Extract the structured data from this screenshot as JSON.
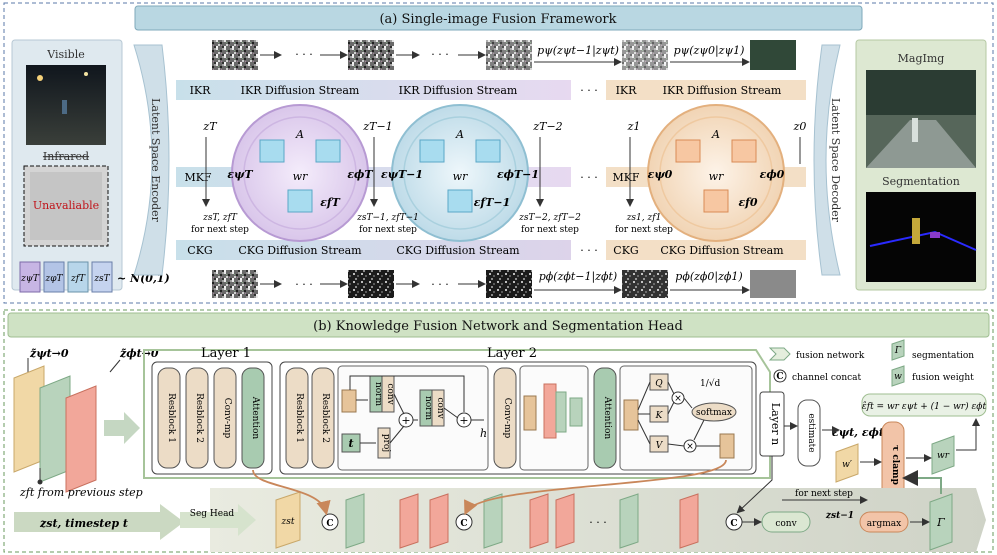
{
  "panel_a": {
    "title": "(a) Single-image Fusion Framework",
    "visible_label": "Visible",
    "infrared_label": "Infrared",
    "unavailable_label": "Unavaliable",
    "encoder_label": "Latent Space Encoder",
    "decoder_label": "Latent Space Decoder",
    "magimg_label": "MagImg",
    "segmentation_label": "Segmentation",
    "noise_dist": "~ N(0,1)",
    "latent_chips": [
      "zψT",
      "zφT",
      "zfT",
      "zsT"
    ],
    "ikr_tag": "IKR",
    "ikr_stream": "IKR Diffusion Stream",
    "mkf_tag": "MKF",
    "ckg_tag": "CKG",
    "ckg_stream": "CKG Diffusion Stream",
    "ellipsis": "· · ·",
    "top_formula_1": "pψ(zψt−1|zψt)",
    "top_formula_2": "pψ(zψ0|zψ1)",
    "bottom_formula_1": "pϕ(zϕt−1|zϕt)",
    "bottom_formula_2": "pϕ(zϕ0|zϕ1)",
    "steps": [
      {
        "z": "zT",
        "eps_l": "εψT",
        "eps_r": "εϕT",
        "eps_f": "εfT",
        "out": "zsT,  zfT",
        "next": "for next step",
        "color": "#c5a8de"
      },
      {
        "z": "zT−1",
        "eps_l": "εψT−1",
        "eps_r": "εϕT−1",
        "eps_f": "εfT−1",
        "out": "zsT−1,  zfT−1",
        "next": "for next step",
        "color": "#8fc3d6"
      },
      {
        "z": "zT−2",
        "eps_l": "",
        "eps_r": "",
        "eps_f": "",
        "out": "zsT−2,  zfT−2",
        "next": "for next step",
        "color": ""
      },
      {
        "z": "z1",
        "eps_l": "εψ0",
        "eps_r": "εϕ0",
        "eps_f": "εf0",
        "out": "zs1,  zf1",
        "next": "for next step",
        "color": "#ecc49c"
      }
    ],
    "z0_label": "z0",
    "A_label": "A",
    "wr_label": "wr"
  },
  "panel_b": {
    "title": "(b) Knowledge Fusion Network and Segmentation Head",
    "input_psi": "z̃ψt→0",
    "input_phi": "z̃ϕt→0",
    "from_prev": "zft  from previous step",
    "seg_input": "zst,  timestep t",
    "seg_head": "Seg Head",
    "layer1": "Layer 1",
    "layer2": "Layer 2",
    "layer_n": "Layer n",
    "resblock1": "Resblock 1",
    "resblock2": "Resblock 2",
    "conv_mp": "Conv-mp",
    "attention": "Attention",
    "conv": "conv",
    "norm": "norm",
    "proj": "proj",
    "t_label": "t",
    "h_label": "h",
    "q_label": "Q",
    "k_label": "K",
    "v_label": "V",
    "softmax": "softmax",
    "sqrt_d": "1/√d",
    "estimate": "estimate",
    "eps_pair": "εψt,  εϕt",
    "w_label": "w′",
    "wr_label": "wr",
    "clamp": "τ clamp",
    "formula": "ε̂ft = wr εψt + (1 − wr) εϕt",
    "gamma": "Γ",
    "zs_chip": "zst",
    "conv_bottom": "conv",
    "zs_minus": "zst−1",
    "argmax": "argmax",
    "for_next": "for next step",
    "legend": {
      "fusion_network": "fusion network",
      "segmentation": "segmentation",
      "channel_concat": "channel concat",
      "fusion_weight": "fusion weight",
      "c_glyph": "C",
      "gamma_glyph": "Γ",
      "w_glyph": "w"
    }
  }
}
